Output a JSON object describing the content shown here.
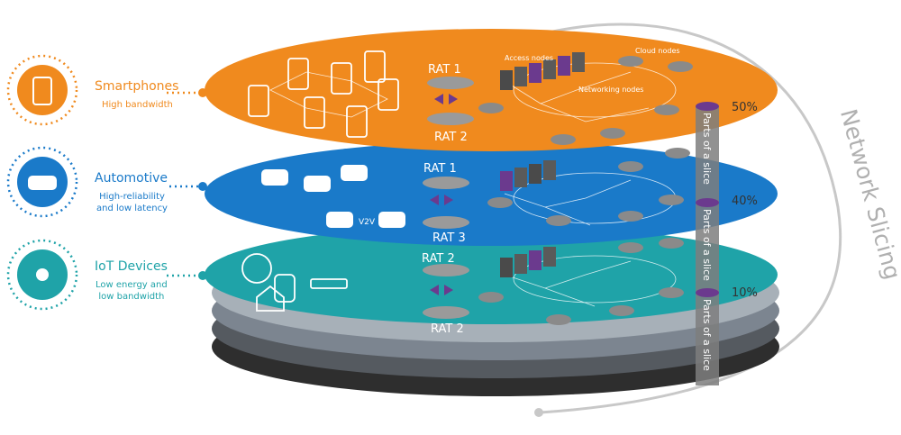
{
  "categories": [
    {
      "title": "Smartphones",
      "subtitle": "High bandwidth",
      "color": "#f08a1e",
      "icon": "smartphone-wifi-icon"
    },
    {
      "title": "Automotive",
      "subtitle": "High-reliability\nand low latency",
      "color": "#1a7ac9",
      "icon": "car-icon"
    },
    {
      "title": "IoT Devices",
      "subtitle": "Low energy and\nlow bandwidth",
      "color": "#1fa3a8",
      "icon": "sensor-wifi-icon"
    }
  ],
  "layers": [
    {
      "rat_top": "RAT 1",
      "rat_bottom": "RAT 2",
      "percent": "50%",
      "color": "#f08a1e"
    },
    {
      "rat_top": "RAT 1",
      "rat_bottom": "RAT 3",
      "percent": "40%",
      "color": "#1a7ac9"
    },
    {
      "rat_top": "RAT 2",
      "rat_bottom": "RAT 2",
      "percent": "10%",
      "color": "#1fa3a8"
    }
  ],
  "node_labels": {
    "access": "Access nodes",
    "cloud": "Cloud nodes",
    "networking": "Networking nodes"
  },
  "slice_label": "Parts of a slice",
  "v2v": "V2V",
  "title": "Network Slicing",
  "accent": "#6b3a8e"
}
